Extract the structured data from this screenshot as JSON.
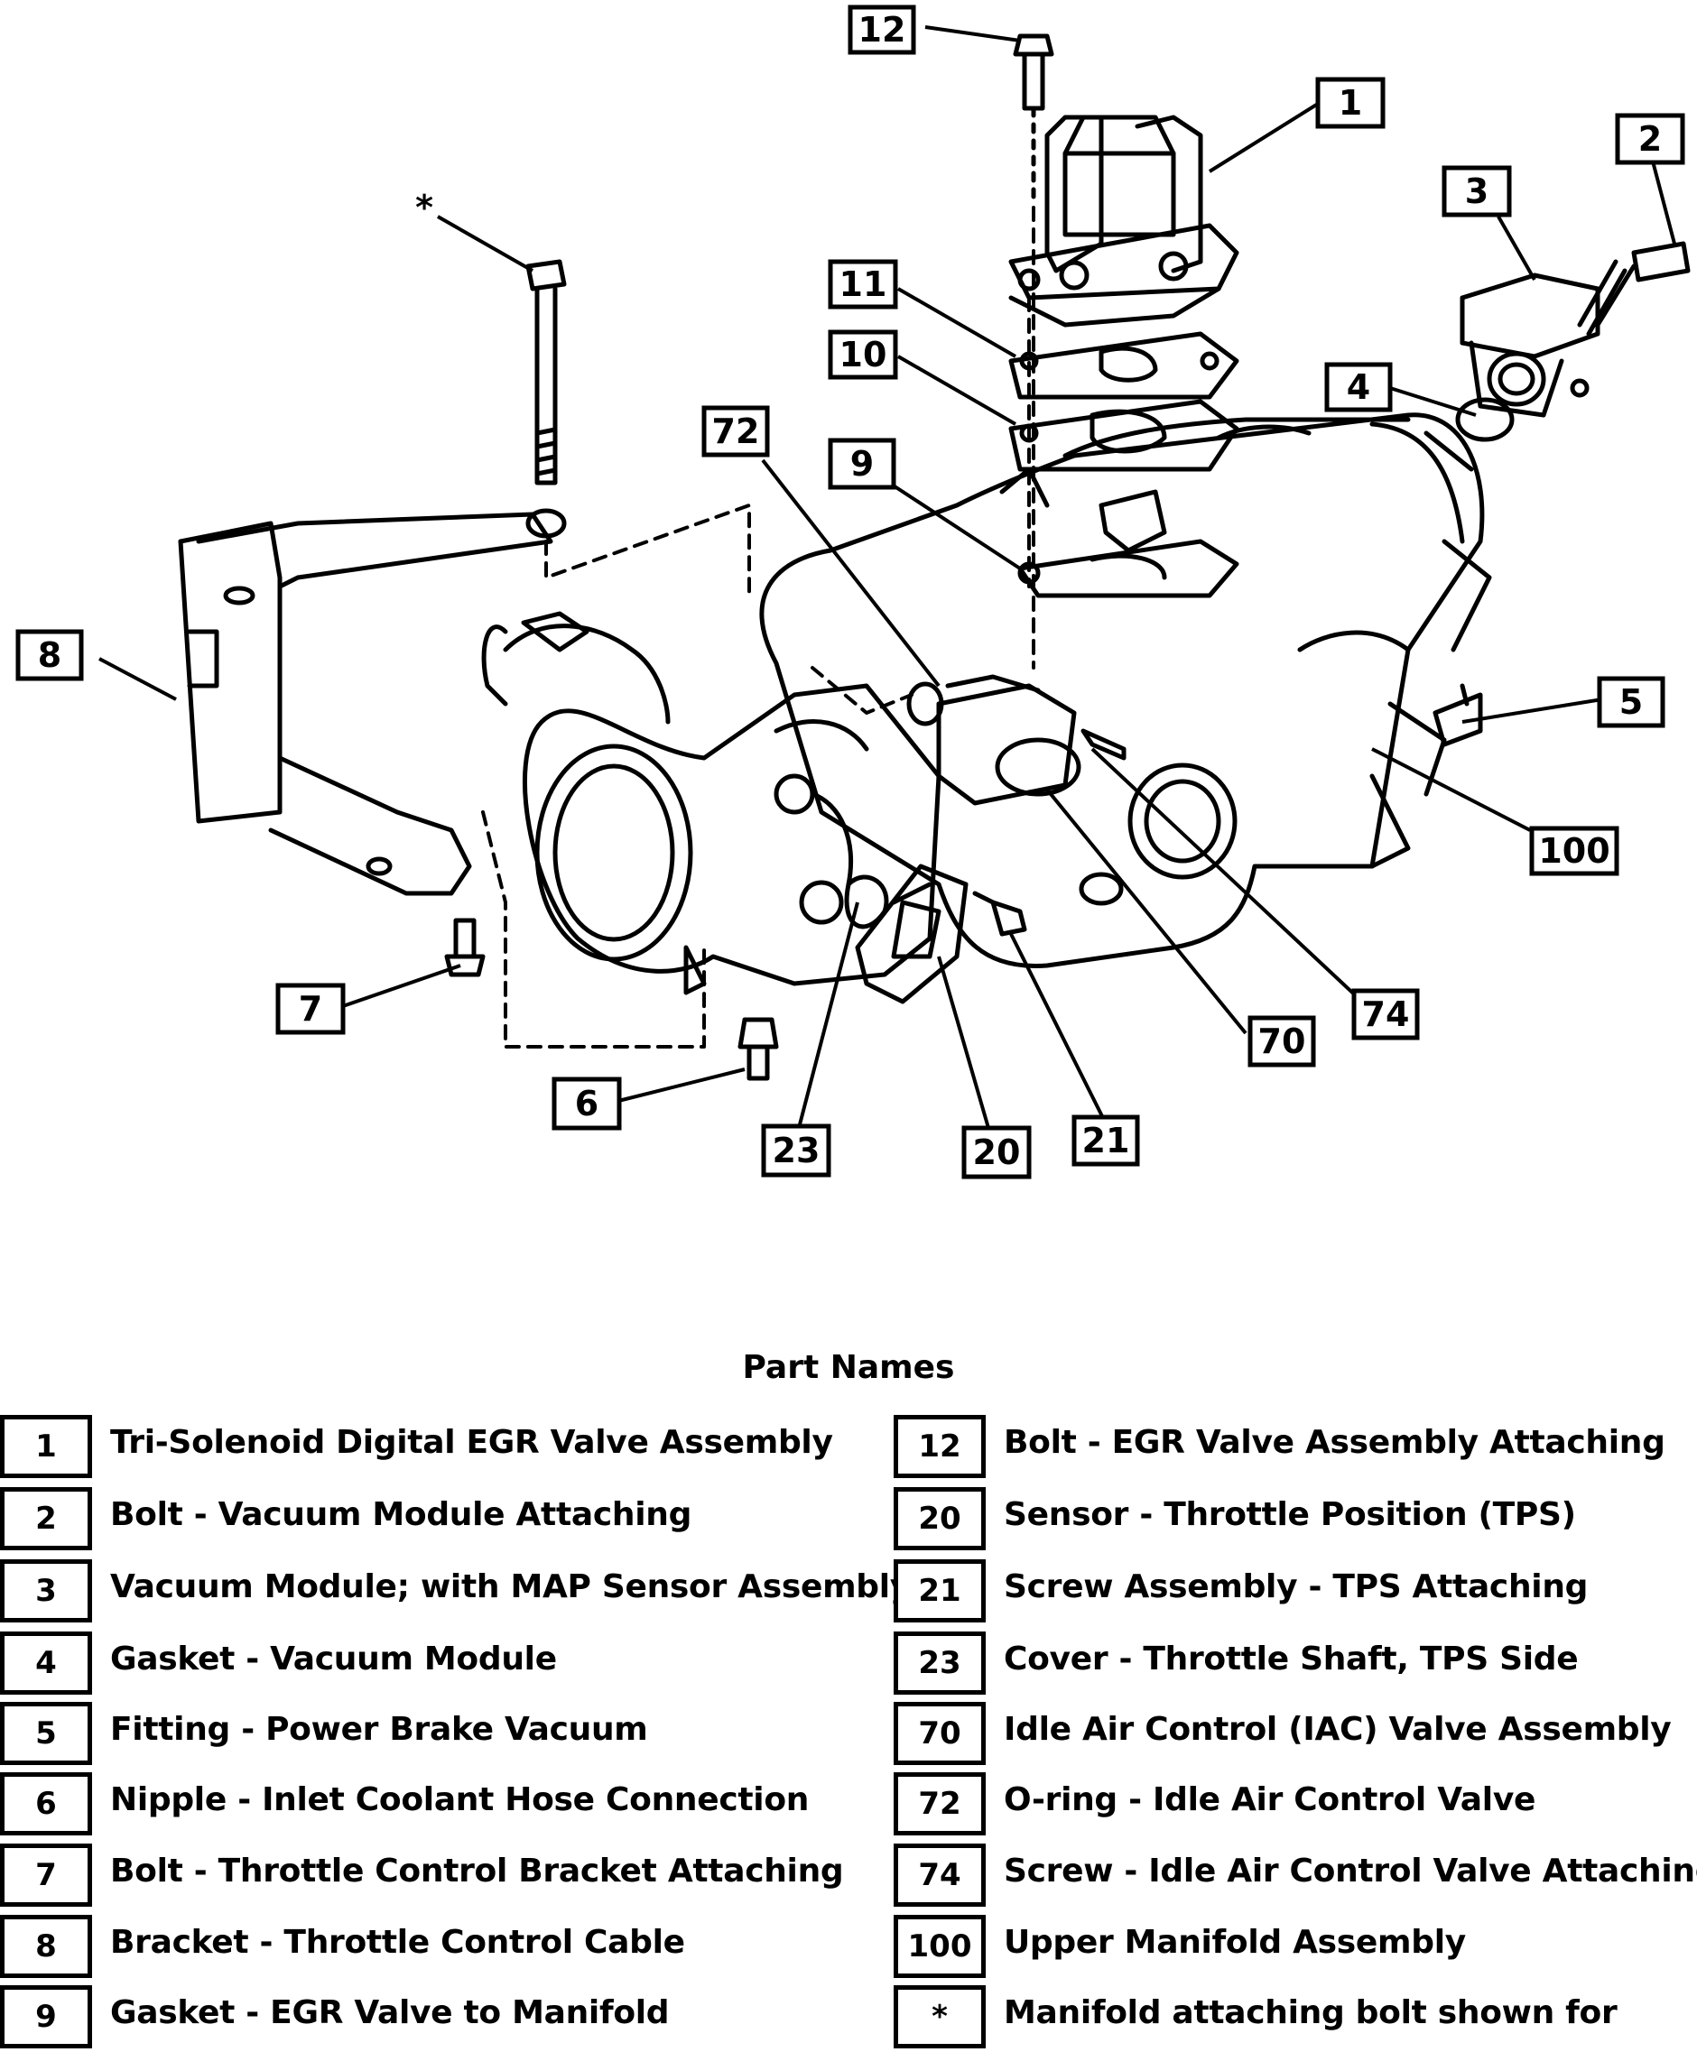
{
  "callouts": [
    "12",
    "1",
    "2",
    "3",
    "*",
    "11",
    "10",
    "4",
    "72",
    "9",
    "8",
    "5",
    "100",
    "7",
    "74",
    "70",
    "6",
    "23",
    "20",
    "21"
  ],
  "legend": {
    "title": "Part Names",
    "left": [
      {
        "num": "1",
        "text": "Tri-Solenoid Digital EGR Valve Assembly"
      },
      {
        "num": "2",
        "text": "Bolt - Vacuum Module Attaching"
      },
      {
        "num": "3",
        "text": "Vacuum Module; with  MAP Sensor Assembly"
      },
      {
        "num": "4",
        "text": "Gasket - Vacuum Module"
      },
      {
        "num": "5",
        "text": "Fitting - Power Brake Vacuum"
      },
      {
        "num": "6",
        "text": "Nipple - Inlet Coolant Hose Connection"
      },
      {
        "num": "7",
        "text": "Bolt - Throttle Control Bracket Attaching"
      },
      {
        "num": "8",
        "text": "Bracket - Throttle Control Cable"
      },
      {
        "num": "9",
        "text": "Gasket - EGR Valve to Manifold"
      }
    ],
    "right": [
      {
        "num": "12",
        "text": "Bolt - EGR Valve Assembly Attaching"
      },
      {
        "num": "20",
        "text": "Sensor - Throttle Position (TPS)"
      },
      {
        "num": "21",
        "text": "Screw Assembly - TPS Attaching"
      },
      {
        "num": "23",
        "text": "Cover - Throttle Shaft, TPS Side"
      },
      {
        "num": "70",
        "text": "Idle Air Control (IAC) Valve Assembly"
      },
      {
        "num": "72",
        "text": "O-ring - Idle Air Control Valve"
      },
      {
        "num": "74",
        "text": "Screw - Idle Air Control  Valve Attaching"
      },
      {
        "num": "100",
        "text": "Upper Manifold Assembly"
      },
      {
        "num": "*",
        "text": "Manifold attaching bolt shown for"
      }
    ]
  }
}
